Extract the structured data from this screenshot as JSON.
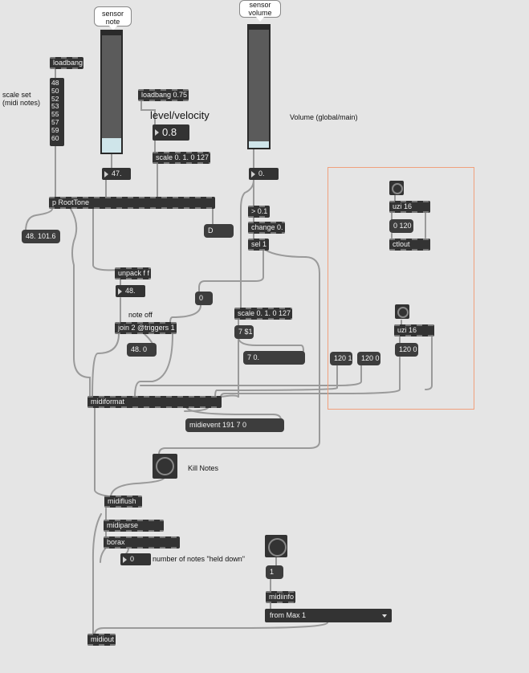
{
  "patcher": {
    "labels": {
      "scale_set": "scale set\n(midi notes)",
      "level_velocity": "level/velocity",
      "volume": "Volume (global/main)",
      "note_off": "note off",
      "kill_notes": "Kill Notes",
      "held_down": "number of notes \"held down\""
    },
    "bubbles": {
      "sensor_note": "sensor\nnote",
      "sensor_volume": "sensor\nvolume"
    },
    "objects": {
      "loadbang": "loadbang",
      "loadbang_075": "loadbang 0.75",
      "scale_vel": "scale 0. 1. 0 127",
      "p_roottone": "p RootTone",
      "unpack": "unpack f f",
      "join": "join 2 @triggers 1",
      "gt": "> 0.1",
      "change": "change 0.",
      "sel": "sel 1",
      "scale_vol": "scale 0. 1. 0 127",
      "midiformat": "midiformat",
      "midiflush": "midiflush",
      "midiparse": "midiparse",
      "borax": "borax",
      "midiinfo": "midiinfo",
      "midiout": "midiout",
      "uzi1": "uzi 16",
      "uzi2": "uzi 16",
      "ctlout": "ctlout"
    },
    "messages": {
      "scale_list": "48\n50\n52\n53\n55\n57\n59\n60",
      "roottone_out": "48. 101.6",
      "d": "D",
      "zero": "0",
      "join_out": "48. 0",
      "seven_dollar": "7 $1",
      "seven_zero": "7 0.",
      "midievent": "midievent 191 7 0",
      "msg_120_1": "120 1",
      "msg_120_0a": "120 0",
      "msg_120_0b": "120 0",
      "msg_0_120": "0 120",
      "one": "1"
    },
    "numbers": {
      "note": "47.",
      "velocity": "0.8",
      "volume": "0.",
      "unpack_out": "48.",
      "held": "0"
    },
    "menu": {
      "selected": "from Max 1"
    },
    "sliders": {
      "note_level": 0.12,
      "volume_level": 0.05
    },
    "colors": {
      "background": "#e5e5e5",
      "object": "#333333",
      "panel_border": "#f0a07c",
      "slider_fill": "#cfe5ea"
    }
  }
}
